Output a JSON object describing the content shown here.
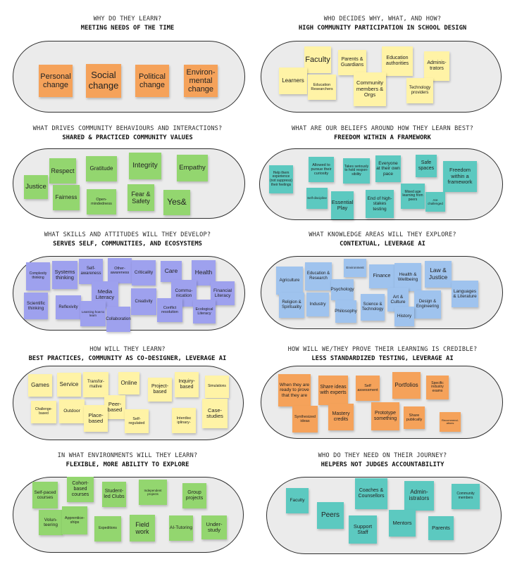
{
  "colors": {
    "orange": "#f5a25a",
    "yellow": "#fff3a6",
    "green": "#93d66f",
    "teal": "#5cc9c0",
    "blue": "#9fc3ee",
    "purple": "#9ea1ee",
    "pill_fill": "#ebebeb",
    "pill_border": "#2e2e2e"
  },
  "sections": [
    {
      "question": "WHY DO THEY LEARN?",
      "answer": "MEETING NEEDS OF THE TIME",
      "notes": [
        "Personal change",
        "Social change",
        "Political change",
        "Environ-mental change"
      ]
    },
    {
      "question": "WHO DECIDES WHY, WHAT, AND HOW?",
      "answer": "HIGH COMMUNITY PARTICIPATION IN SCHOOL DESIGN",
      "notes": [
        "Faculty",
        "Parents & Guardians",
        "Education authorities",
        "Adminis-trators",
        "Learners",
        "Education Researchers",
        "Community members & Orgs",
        "Technology providers"
      ]
    },
    {
      "question": "WHAT DRIVES COMMUNITY BEHAVIOURS AND INTERACTIONS?",
      "answer": "SHARED & PRACTICED COMMUNITY VALUES",
      "notes": [
        "Respect",
        "Gratitude",
        "Integrity",
        "Empathy",
        "Justice",
        "Fairness",
        "Open-mindedness",
        "Fear & Safety",
        "Yes&"
      ]
    },
    {
      "question": "WHAT ARE OUR BELIEFS AROUND HOW THEY LEARN BEST?",
      "answer": "FREEDOM WITHIN A FRAMEWORK",
      "notes": [
        "Help them experience (not suppress) their feelings",
        "Allowed to pursue their curiosity",
        "Takes seriously to hold respon-sibility",
        "Everyone at their own pace",
        "Safe spaces",
        "Freedom within a framework",
        "Self-discipline",
        "Essential Play",
        "End of high-stakes testing",
        "Mixed age learning from peers",
        "Are challenged"
      ]
    },
    {
      "question": "WHAT SKILLS AND ATTITUDES WILL THEY DEVELOP?",
      "answer": "SERVES SELF, COMMUNITIES, AND ECOSYSTEMS",
      "notes": [
        "Complexity thinking",
        "Systems thinking",
        "Self-awareness",
        "Other-awareness",
        "Criticality",
        "Care",
        "Health",
        "Media Literacy",
        "Commu-nication",
        "Financial Literacy",
        "Scientific thinking",
        "Reflexivity",
        "Learning how to learn",
        "Collaboration",
        "Creativity",
        "Conflict resolution",
        "Ecological Literacy"
      ]
    },
    {
      "question": "WHAT KNOWLEDGE AREAS WILL THEY EXPLORE?",
      "answer": "CONTEXTUAL, LEVERAGE AI",
      "notes": [
        "Agriculture",
        "Education & Research",
        "Environment",
        "Finance",
        "Health & Wellbeing",
        "Law & Justice",
        "Psychology",
        "Languages & Literature",
        "Religion & Spirituality",
        "Industry",
        "Philosophy",
        "Science & Technology",
        "Art & Culture",
        "Design & Engineering",
        "History"
      ]
    },
    {
      "question": "HOW WILL THEY LEARN?",
      "answer": "BEST PRACTICES, COMMUNITY AS CO-DESIGNER, LEVERAGE AI",
      "notes": [
        "Games",
        "Service",
        "Transfor-mative",
        "Online",
        "Project-based",
        "Inquiry-based",
        "Simulations",
        "Challenge-based",
        "Outdoor",
        "Peer-based",
        "Place-based",
        "Self-regulated",
        "Interdisc iplinary-",
        "Case-studies"
      ]
    },
    {
      "question": "HOW WILL WE/THEY PROVE THEIR LEARNING IS CREDIBLE?",
      "answer": "LESS STANDARDIZED TESTING, LEVERAGE AI",
      "notes": [
        "When they are ready to prove that they are",
        "Share ideas with experts",
        "Self assessment",
        "Portfolios",
        "Specific industry exams",
        "Synthesized ideas",
        "Mastery credits",
        "Prototype something",
        "Share publically",
        "Recommend-ations"
      ]
    },
    {
      "question": "IN WHAT ENVIRONMENTS WILL THEY LEARN?",
      "answer": "FLEXIBLE, MORE ABILITY TO EXPLORE",
      "notes": [
        "Self-paced courses",
        "Cohort-based courses",
        "Student-led Clubs",
        "Independent projects",
        "Group projects",
        "Volun-teering",
        "Apprentice-ships",
        "Expeditions",
        "Field work",
        "AI-Tutoring",
        "Under-study"
      ]
    },
    {
      "question": "WHO DO THEY NEED ON THEIR JOURNEY?",
      "answer": "HELPERS NOT JUDGES ACCOUNTABILITY",
      "notes": [
        "Faculty",
        "Coaches & Counsellors",
        "Admin-istrators",
        "Community members",
        "Peers",
        "Support Staff",
        "Mentors",
        "Parents"
      ]
    }
  ]
}
